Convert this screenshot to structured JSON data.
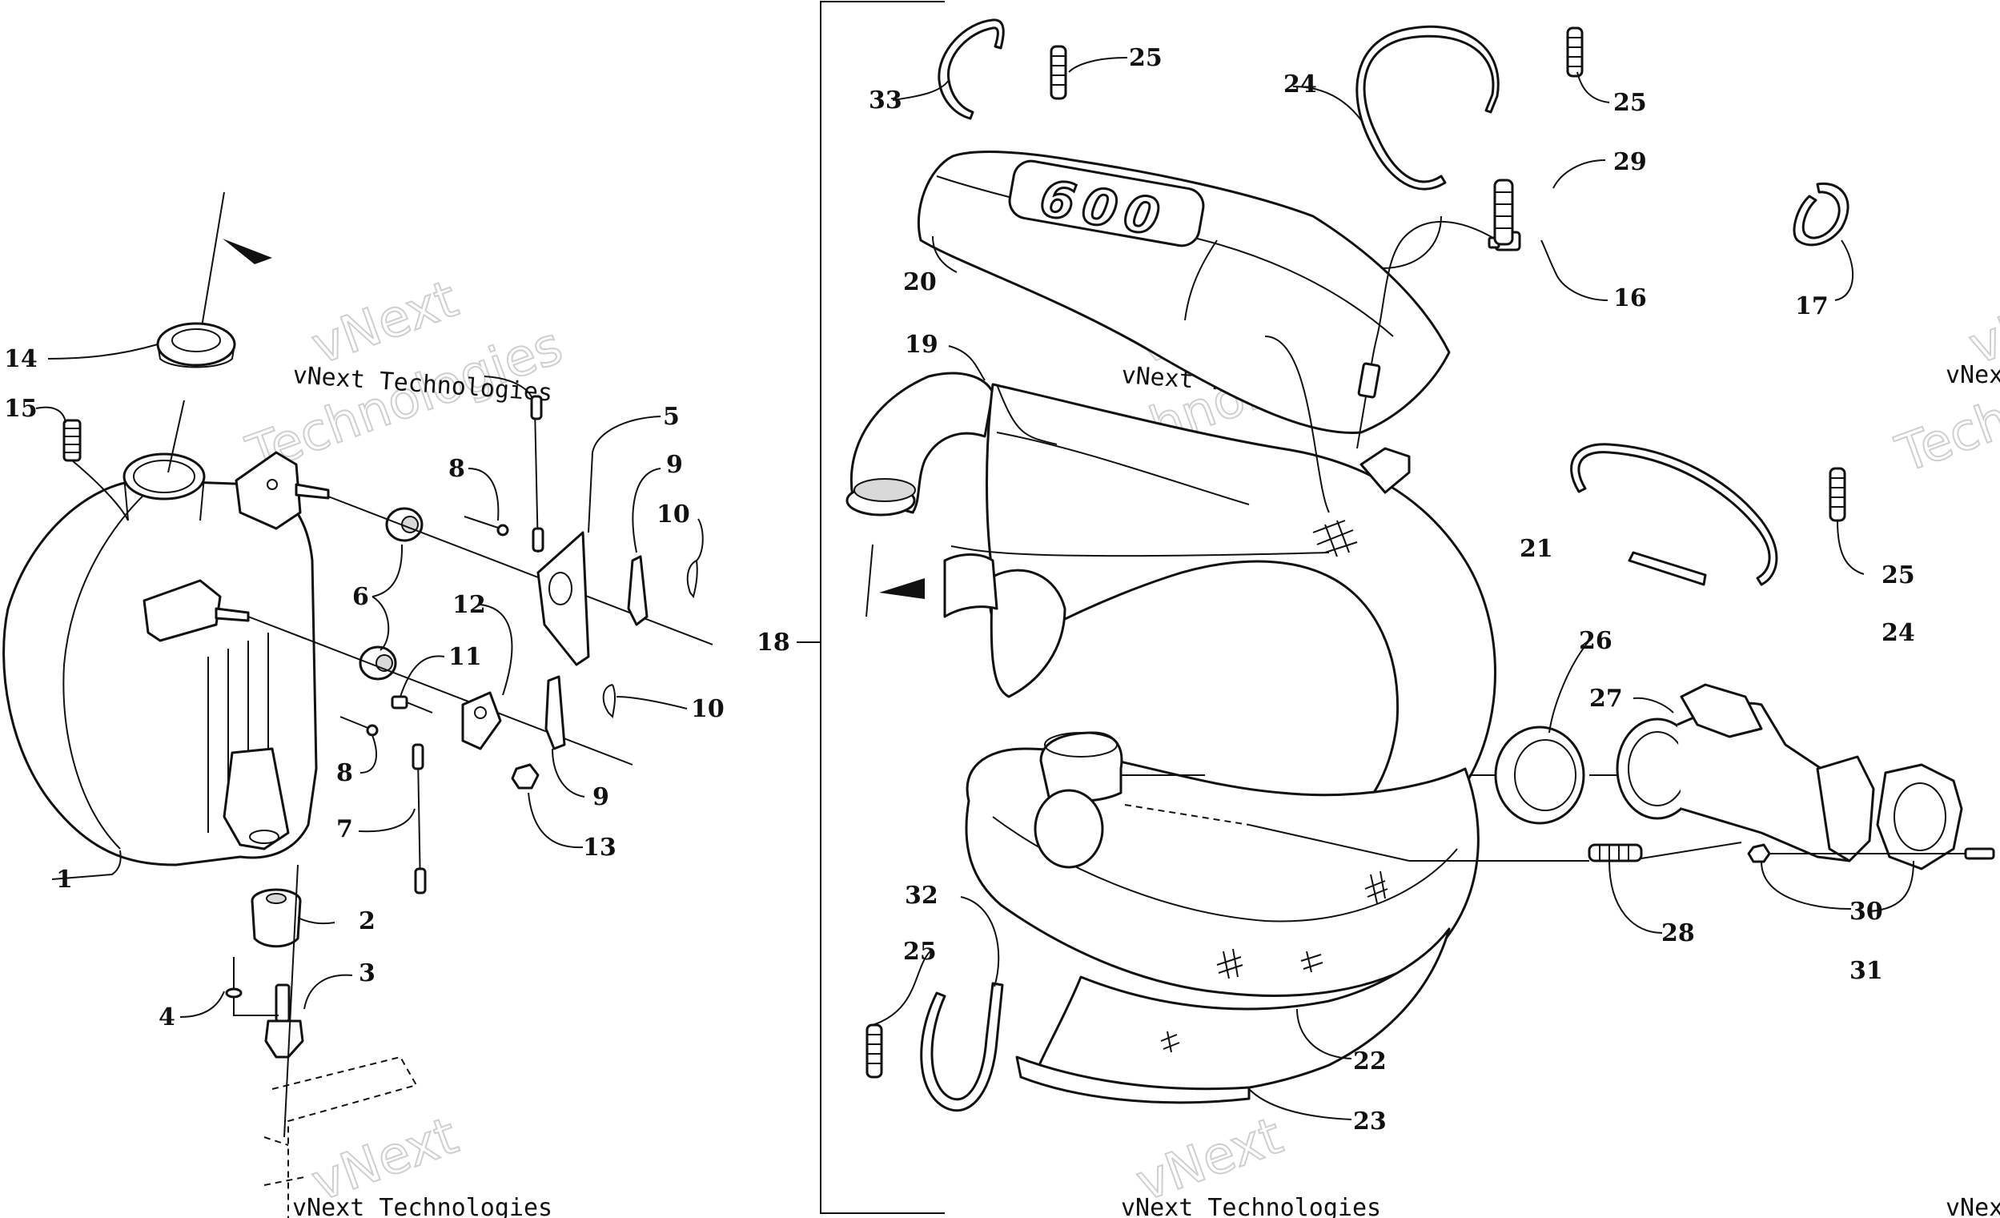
{
  "watermark": {
    "brand": "vNext",
    "word": "Technologies",
    "full": "vNext Technologies"
  },
  "logo_text": "600",
  "callouts": [
    "1",
    "2",
    "3",
    "4",
    "5",
    "6",
    "7",
    "8",
    "8",
    "9",
    "9",
    "10",
    "10",
    "11",
    "12",
    "13",
    "14",
    "15",
    "16",
    "17",
    "18",
    "19",
    "20",
    "21",
    "22",
    "23",
    "24",
    "24",
    "25",
    "25",
    "25",
    "25",
    "26",
    "27",
    "28",
    "29",
    "30",
    "31",
    "32",
    "33"
  ]
}
